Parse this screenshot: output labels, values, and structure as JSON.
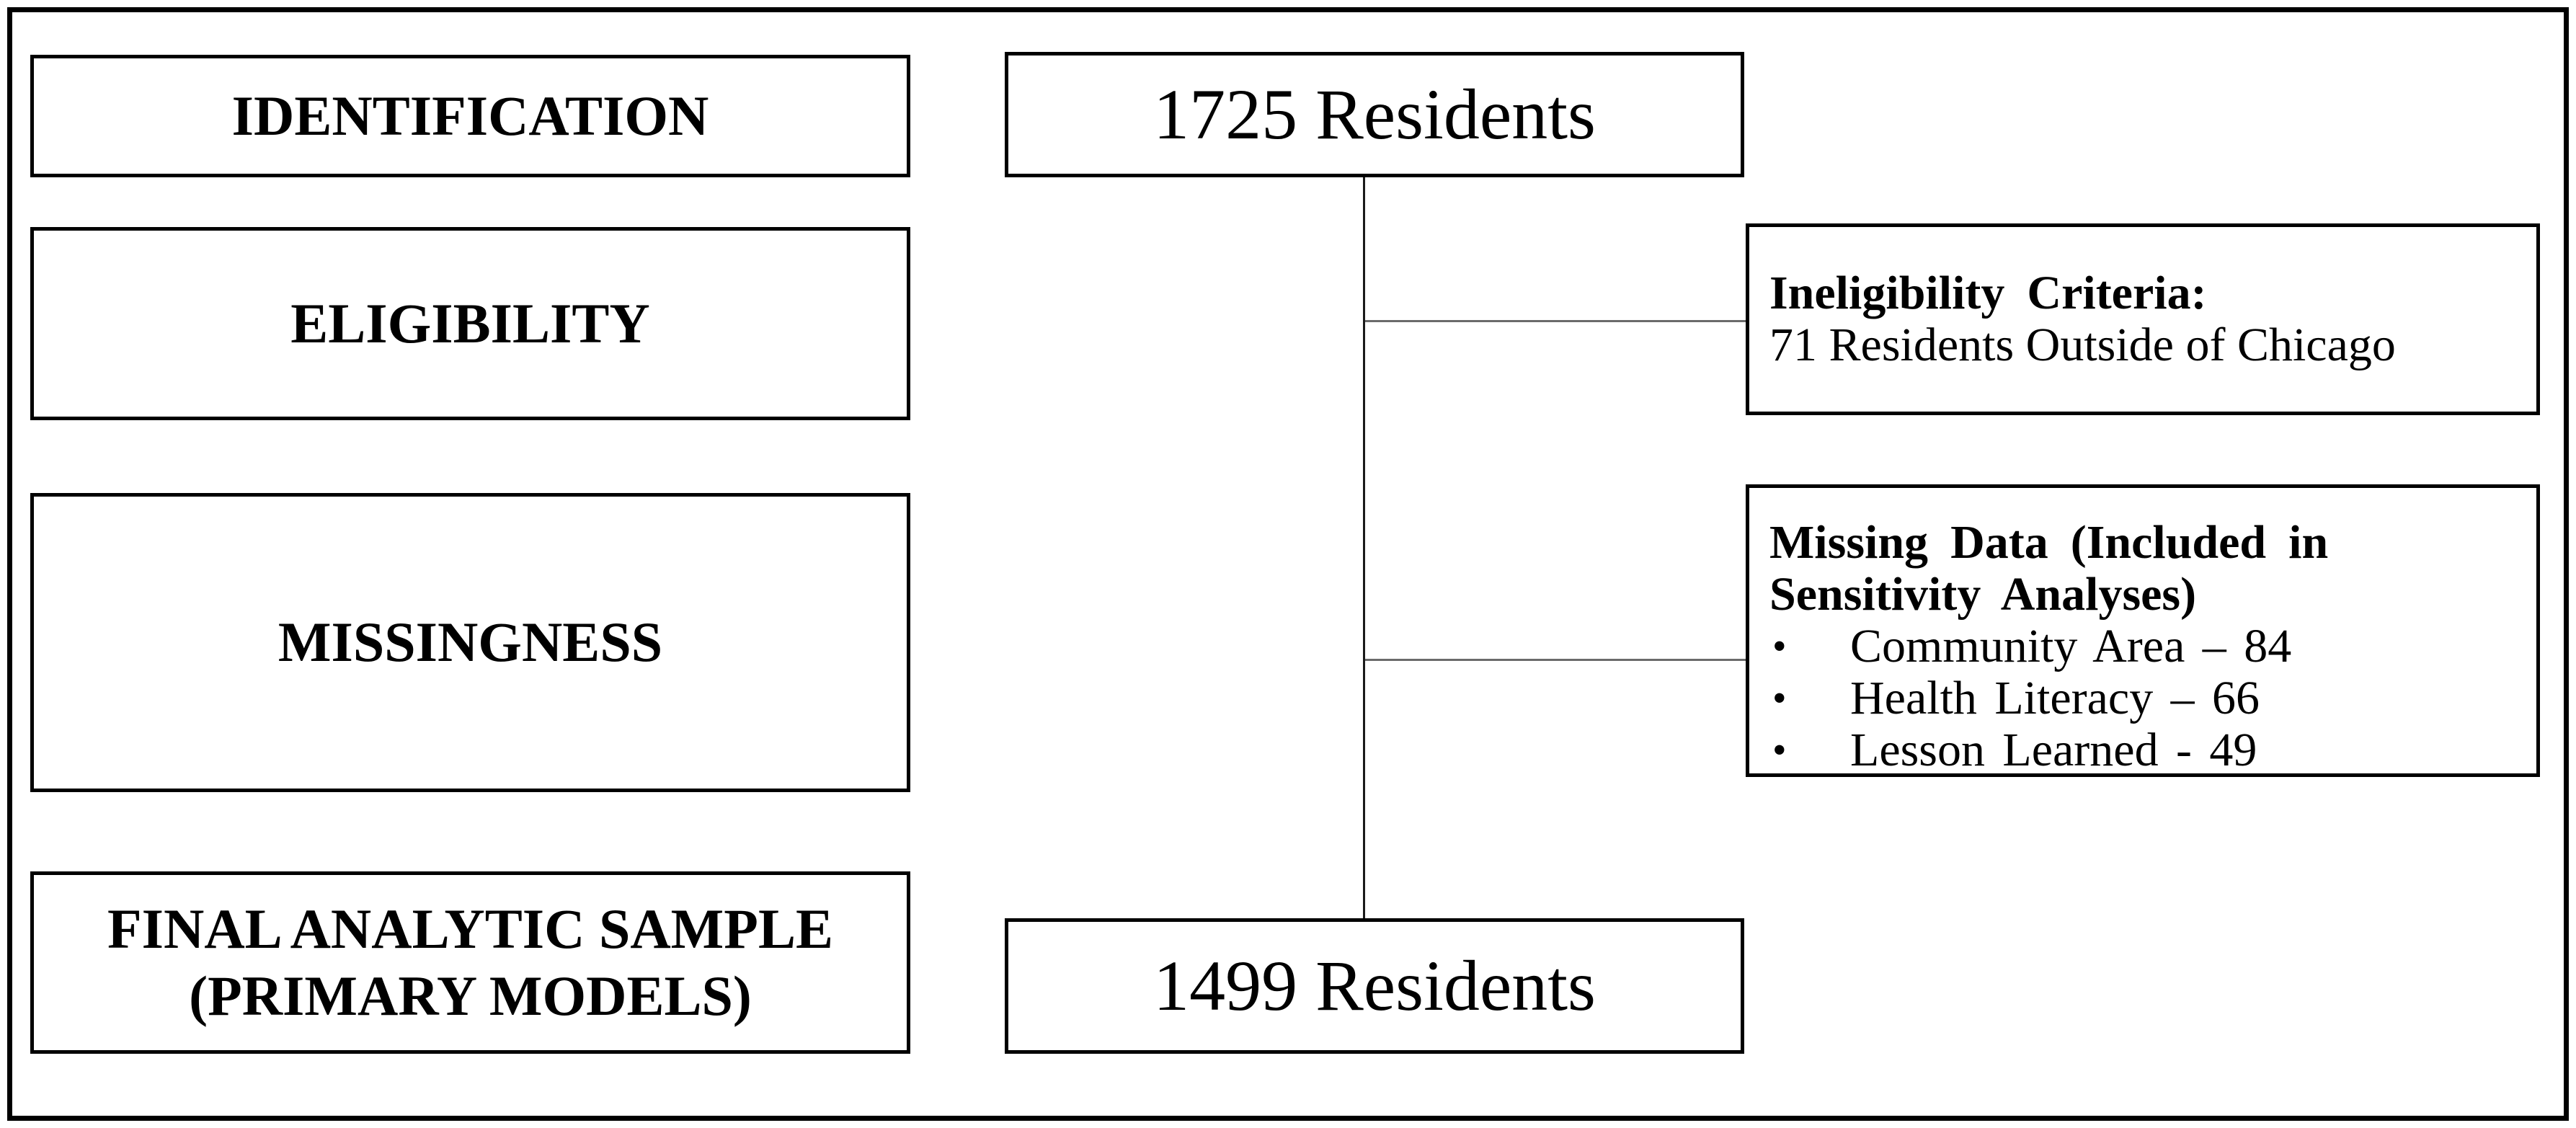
{
  "diagram": {
    "bullet_char": "•",
    "colors": {
      "box_border": "#000000",
      "frame_border": "#000000",
      "vertical_connector": "#1a1a1a",
      "branch_connector": "#6b6b6b",
      "text": "#000000",
      "background": "#ffffff"
    },
    "stages": [
      {
        "lines": [
          "IDENTIFICATION"
        ]
      },
      {
        "lines": [
          "ELIGIBILITY"
        ]
      },
      {
        "lines": [
          "MISSINGNESS"
        ]
      },
      {
        "lines": [
          "FINAL ANALYTIC SAMPLE",
          "(PRIMARY MODELS)"
        ]
      }
    ],
    "nodes": {
      "start": {
        "label": "1725 Residents"
      },
      "end": {
        "label": "1499 Residents"
      }
    },
    "exclusions": [
      {
        "title_lines": [
          "Ineligibility Criteria:"
        ],
        "body_lines": [
          "71 Residents Outside of Chicago"
        ]
      },
      {
        "title_lines": [
          "Missing Data (Included in",
          "Sensitivity Analyses)"
        ],
        "bullets": [
          "Community Area – 84",
          "Health Literacy – 66",
          "Lesson Learned - 49"
        ]
      }
    ]
  }
}
